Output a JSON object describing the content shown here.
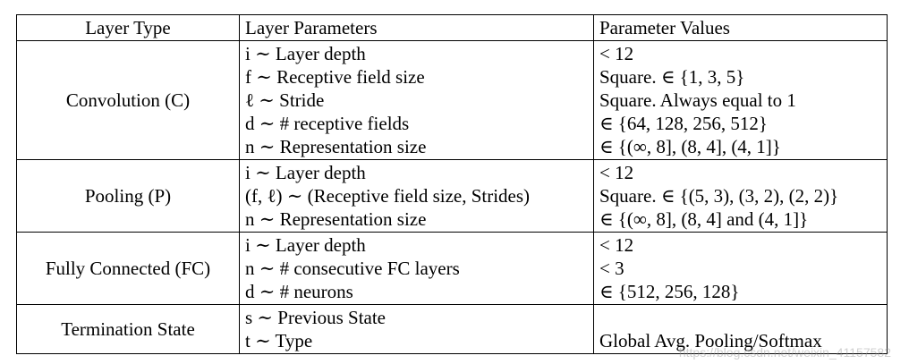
{
  "headers": [
    "Layer Type",
    "Layer Parameters",
    "Parameter Values"
  ],
  "rows": [
    {
      "type": "Convolution (C)",
      "params": [
        "i ∼ Layer depth",
        "f ∼ Receptive field size",
        "ℓ ∼ Stride",
        "d ∼ # receptive fields",
        "n ∼ Representation size"
      ],
      "values": [
        "< 12",
        "Square. ∈ {1, 3, 5}",
        "Square. Always equal to 1",
        "∈ {64, 128, 256, 512}",
        "∈ {(∞, 8], (8, 4], (4, 1]}"
      ]
    },
    {
      "type": "Pooling (P)",
      "params": [
        "i ∼ Layer depth",
        "(f, ℓ) ∼ (Receptive field size, Strides)",
        "n ∼ Representation size"
      ],
      "values": [
        "< 12",
        "Square. ∈ {(5, 3), (3, 2), (2, 2)}",
        "∈ {(∞, 8], (8, 4] and (4, 1]}"
      ]
    },
    {
      "type": "Fully Connected (FC)",
      "params": [
        "i ∼ Layer depth",
        "n ∼ # consecutive FC layers",
        "d ∼ # neurons"
      ],
      "values": [
        "< 12",
        "< 3",
        "∈ {512, 256, 128}"
      ]
    },
    {
      "type": "Termination State",
      "params": [
        "s ∼ Previous State",
        "t ∼ Type"
      ],
      "values": [
        "",
        "Global Avg. Pooling/Softmax"
      ]
    }
  ],
  "watermark": "https://blog.csdn.net/weixin_41157582"
}
